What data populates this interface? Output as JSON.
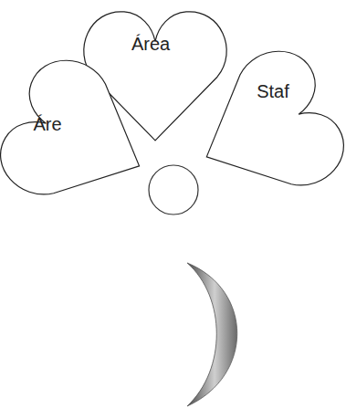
{
  "diagram": {
    "nodes": [
      {
        "text": [
          "Área"
        ]
      },
      {
        "text": [
          "Áre"
        ]
      },
      {
        "text": [
          "Staf"
        ]
      }
    ]
  }
}
